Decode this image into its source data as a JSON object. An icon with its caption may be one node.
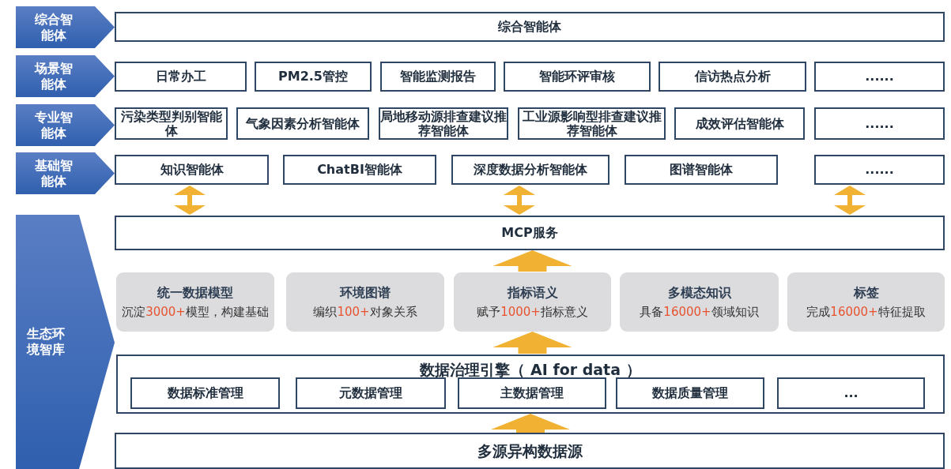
{
  "diagram": {
    "nodes": [
      {
        "text": [
          "综合智能体"
        ]
      },
      {
        "text": [
          "场景智能体"
        ]
      },
      {
        "text": [
          "专业智能体"
        ]
      },
      {
        "text": [
          "基础智能体"
        ]
      },
      {
        "text": [
          "生态环境智库"
        ]
      },
      {
        "text": [
          "综合智能体"
        ]
      },
      {
        "text": [
          "日常办工"
        ]
      },
      {
        "text": [
          "PM2.5管控"
        ]
      },
      {
        "text": [
          "智能监测报告"
        ]
      },
      {
        "text": [
          "智能环评审核"
        ]
      },
      {
        "text": [
          "信访热点分析"
        ]
      },
      {
        "text": [
          "......"
        ]
      },
      {
        "text": [
          "污染类型判别智能体"
        ]
      },
      {
        "text": [
          "气象因素分析智能体"
        ]
      },
      {
        "text": [
          "局地移动源排查建议推荐智能体"
        ]
      },
      {
        "text": [
          "工业源影响型排查建议推荐智能体"
        ]
      },
      {
        "text": [
          "成效评估智能体"
        ]
      },
      {
        "text": [
          "......"
        ]
      },
      {
        "text": [
          "知识智能体"
        ]
      },
      {
        "text": [
          "ChatBI智能体"
        ]
      },
      {
        "text": [
          "深度数据分析智能体"
        ]
      },
      {
        "text": [
          "图谱智能体"
        ]
      },
      {
        "text": [
          "......"
        ]
      },
      {
        "text": [
          "MCP服务"
        ]
      },
      {
        "text": [
          "统一数据模型",
          "沉淀**3000+**模型，构建基础"
        ]
      },
      {
        "text": [
          "环境图谱",
          "编织**100+**对象关系"
        ]
      },
      {
        "text": [
          "指标语义",
          "赋予**1000+**指标意义"
        ]
      },
      {
        "text": [
          "多模态知识",
          "具备**16000+**领域知识"
        ]
      },
      {
        "text": [
          "标签",
          "完成**16000+**特征提取"
        ]
      },
      {
        "text": [
          "数据治理引擎（ AI for data ）"
        ]
      },
      {
        "text": [
          "数据标准管理"
        ],
        "in": 29
      },
      {
        "text": [
          "元数据管理"
        ],
        "in": 29
      },
      {
        "text": [
          "主数据管理"
        ],
        "in": 29
      },
      {
        "text": [
          "数据质量管理"
        ],
        "in": 29
      },
      {
        "text": [
          "..."
        ],
        "in": 29
      },
      {
        "text": [
          "多源异构数据源"
        ]
      }
    ],
    "edges": [
      {
        "from": 18,
        "to": 23,
        "arrow": "both"
      },
      {
        "from": 20,
        "to": 23,
        "arrow": "both"
      },
      {
        "from": 22,
        "to": 23,
        "arrow": "both"
      },
      {
        "from": 26,
        "to": 23,
        "arrow": "to",
        "style": "thick"
      },
      {
        "from": 29,
        "to": 26,
        "arrow": "to",
        "style": "thick"
      },
      {
        "from": 35,
        "to": 29,
        "arrow": "to",
        "style": "thick"
      }
    ]
  }
}
